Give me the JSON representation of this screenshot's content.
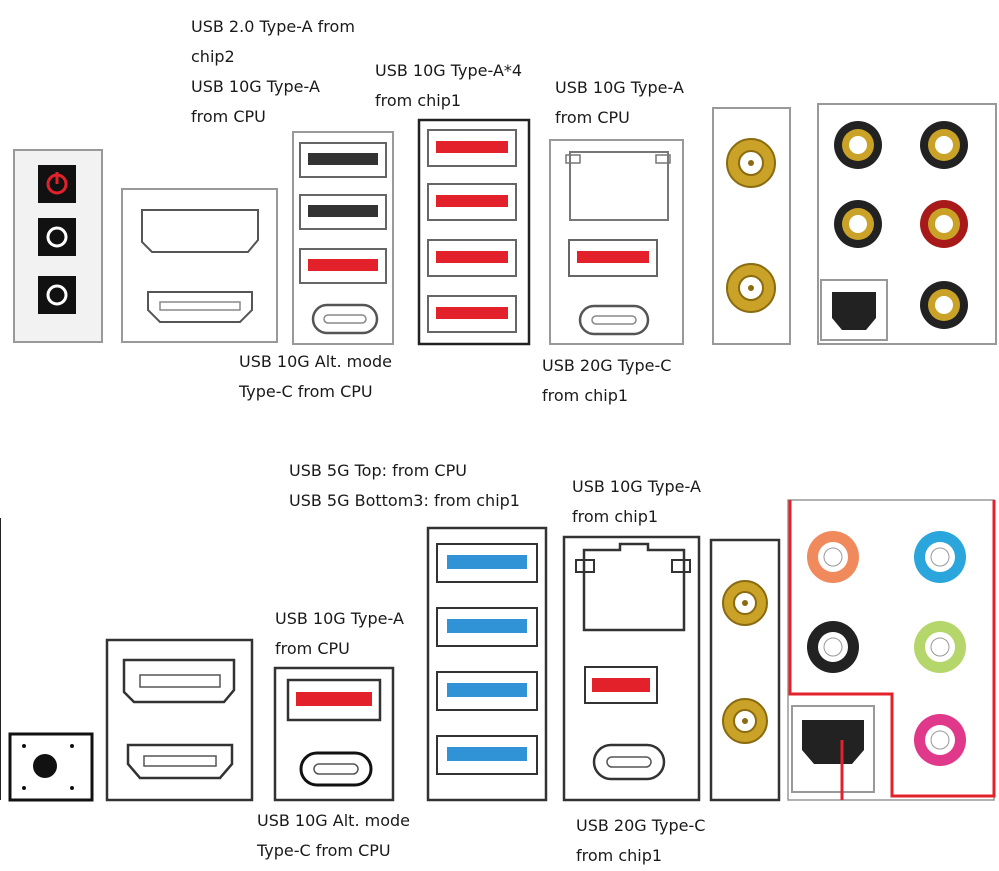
{
  "top_panel": {
    "labels": {
      "usb2_chip2": [
        "USB 2.0 Type-A from",
        "chip2"
      ],
      "usb10g_cpu_left": [
        "USB 10G Type-A",
        "from CPU"
      ],
      "usb10g_x4_chip1": [
        "USB 10G Type-A*4",
        "from chip1"
      ],
      "usb10g_cpu_right": [
        "USB 10G Type-A",
        "from CPU"
      ],
      "usb10g_altmode": [
        "USB 10G Alt. mode",
        "Type-C from CPU"
      ],
      "usb20g_chip1": [
        "USB 20G Type-C",
        "from chip1"
      ]
    }
  },
  "bottom_panel": {
    "labels": {
      "usb5g": [
        "USB 5G Top: from CPU",
        "USB 5G Bottom3: from chip1"
      ],
      "usb10g_chip1": [
        "USB 10G Type-A",
        "from chip1"
      ],
      "usb10g_cpu": [
        "USB 10G Type-A",
        "from CPU"
      ],
      "usb10g_altmode": [
        "USB 10G Alt. mode",
        "Type-C from CPU"
      ],
      "usb20g_chip1": [
        "USB 20G Type-C",
        "from chip1"
      ]
    }
  },
  "colors": {
    "usb_red": "#e3212b",
    "usb_blue": "#2f93d6",
    "usb_black": "#333333",
    "antenna_gold": "#c9a227",
    "audio_orange": "#f08a5d",
    "audio_blue": "#2aa6dd",
    "audio_green": "#b5d66b",
    "audio_pink": "#e0388a",
    "highlight_red": "#e3212b"
  }
}
